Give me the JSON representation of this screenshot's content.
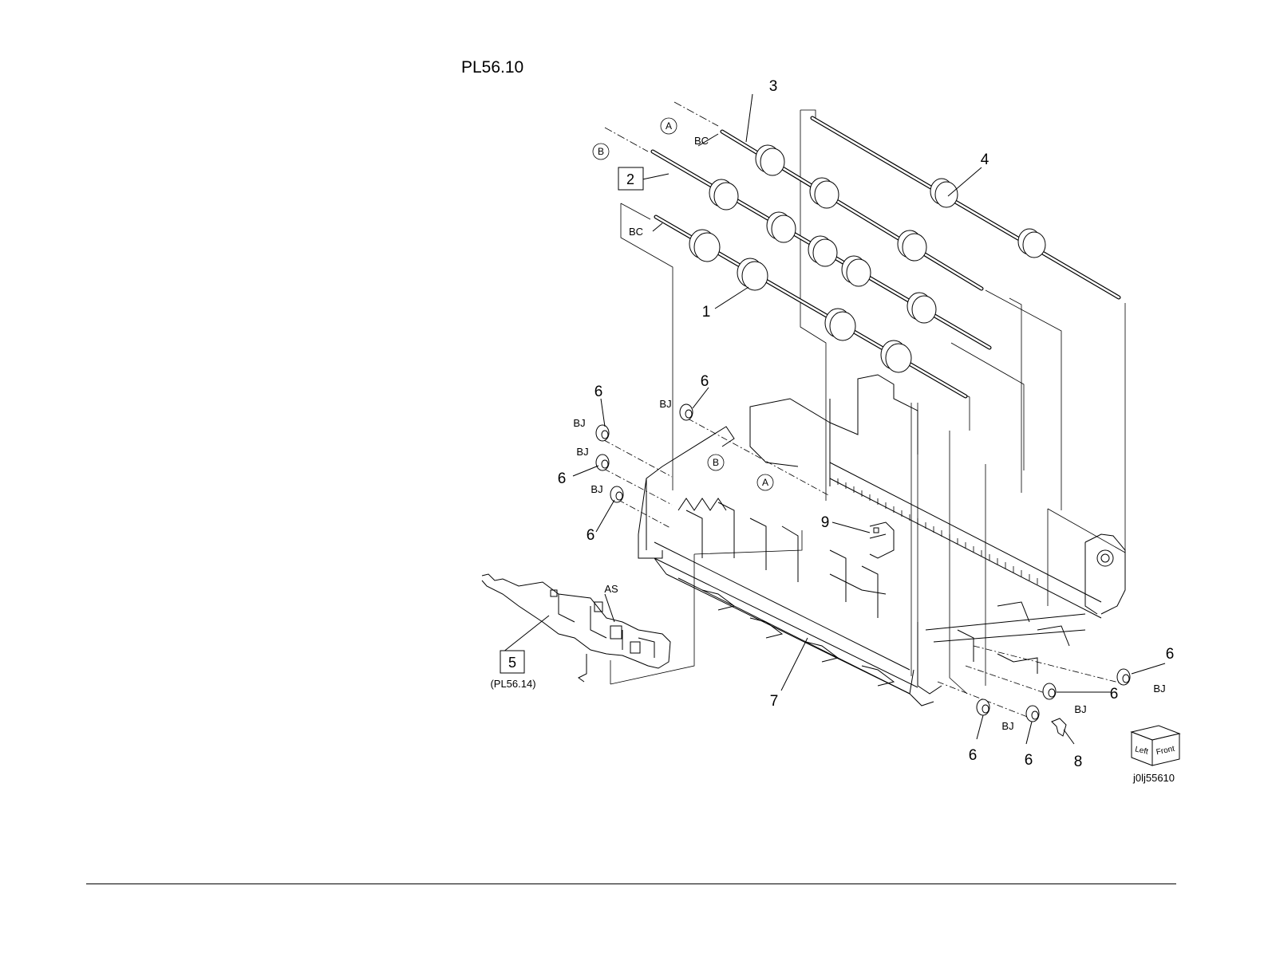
{
  "title": "PL56.10",
  "figure_code": "j0lj55610",
  "orientation": {
    "left": "Left",
    "front": "Front"
  },
  "callouts": [
    {
      "label": "1"
    },
    {
      "label": "2",
      "boxed": true
    },
    {
      "label": "3"
    },
    {
      "label": "4"
    },
    {
      "label": "5",
      "boxed": true,
      "reference": "(PL56.14)"
    },
    {
      "label": "6"
    },
    {
      "label": "7"
    },
    {
      "label": "8"
    },
    {
      "label": "9"
    }
  ],
  "tags": {
    "bc": "BC",
    "bj": "BJ",
    "as": "AS"
  },
  "connectors": {
    "a": "A",
    "b": "B"
  }
}
